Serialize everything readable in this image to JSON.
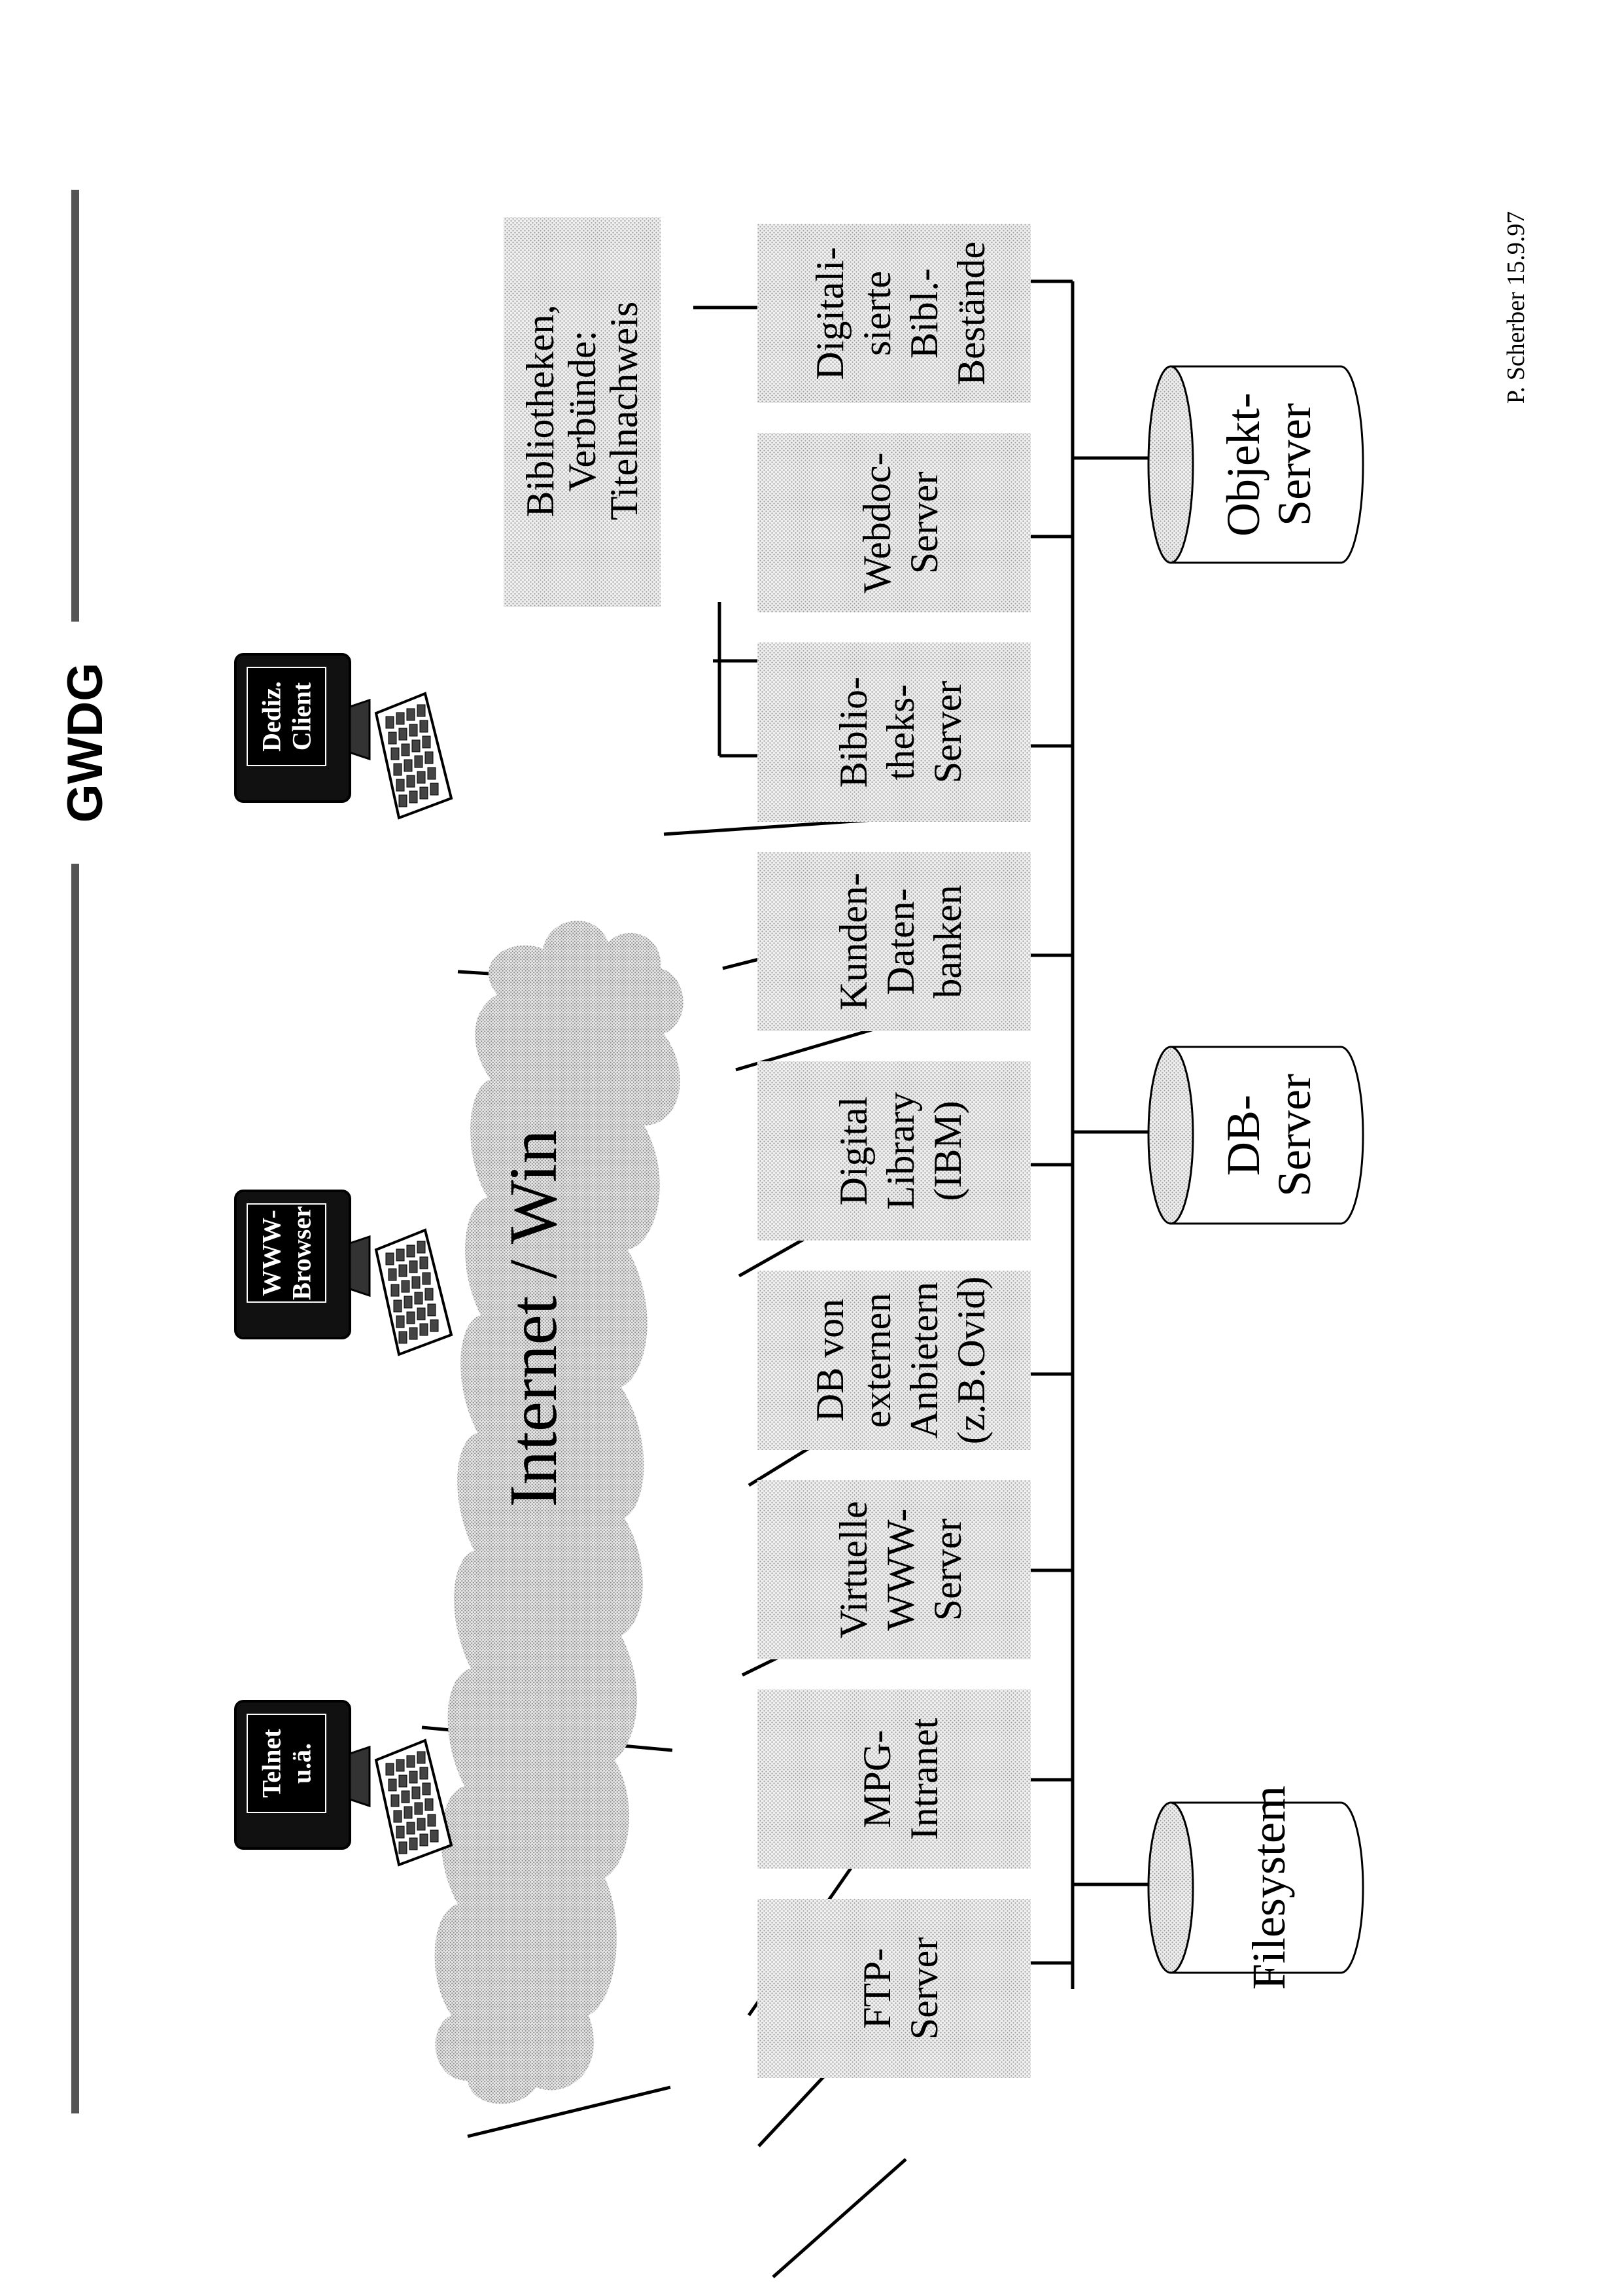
{
  "header": {
    "title": "GWDG"
  },
  "cloud": {
    "label": "Internet / Win"
  },
  "clients": [
    {
      "id": "telnet",
      "lines": [
        "Telnet",
        "u.ä."
      ]
    },
    {
      "id": "www-browser",
      "lines": [
        "WWW-",
        "Browser"
      ]
    },
    {
      "id": "dediz-client",
      "lines": [
        "Dediz.",
        "Client"
      ]
    }
  ],
  "servers": [
    {
      "id": "ftp-server",
      "lines": [
        "FTP-",
        "Server"
      ]
    },
    {
      "id": "mpg-intranet",
      "lines": [
        "MPG-",
        "Intranet"
      ]
    },
    {
      "id": "virtuelle-www-server",
      "lines": [
        "Virtuelle",
        "WWW-",
        "Server"
      ]
    },
    {
      "id": "db-externe-anbieter",
      "lines": [
        "DB von",
        "externen",
        "Anbietern",
        "(z.B.Ovid)"
      ]
    },
    {
      "id": "digital-library",
      "lines": [
        "Digital",
        "Library",
        "(IBM)"
      ]
    },
    {
      "id": "kunden-datenbanken",
      "lines": [
        "Kunden-",
        "Daten-",
        "banken"
      ]
    },
    {
      "id": "bibliotheks-server",
      "lines": [
        "Biblio-",
        "theks-",
        "Server"
      ]
    },
    {
      "id": "webdoc-server",
      "lines": [
        "Webdoc-",
        "Server"
      ]
    },
    {
      "id": "digitalisierte-bestaende",
      "lines": [
        "Digitali-",
        "sierte",
        "Bibl.-",
        "Bestände"
      ]
    }
  ],
  "catalog_box": {
    "lines": [
      "Bibliotheken,",
      "Verbünde:",
      "Titelnachweis"
    ]
  },
  "storage": [
    {
      "id": "filesystem",
      "lines": [
        "Filesystem"
      ]
    },
    {
      "id": "db-server",
      "lines": [
        "DB-",
        "Server"
      ]
    },
    {
      "id": "objekt-server",
      "lines": [
        "Objekt-",
        "Server"
      ]
    }
  ],
  "footer": {
    "author": "P. Scherber  15.9.97"
  },
  "colors": {
    "box_fill": "#e2e2e2",
    "cloud_fill": "#d8d8d8",
    "line": "#000000",
    "screen": "#000000"
  }
}
